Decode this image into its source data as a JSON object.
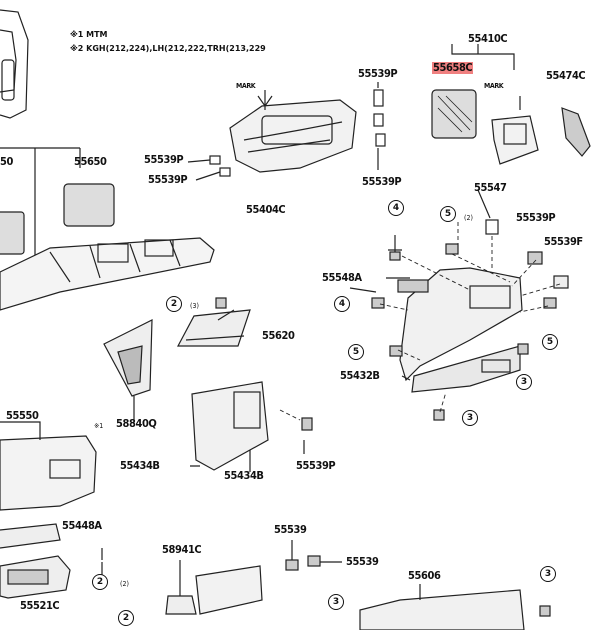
{
  "notes": {
    "line1": "※1 MTM",
    "line2": "※2 KGH(212,224),LH(212,222,TRH(213,229"
  },
  "labels": {
    "p55410c": "55410C",
    "p55658c": "55658C",
    "p55474c": "55474C",
    "p55539p_a": "55539P",
    "p55539p_b": "55539P",
    "p55539p_c": "55539P",
    "p55539p_d": "55539P",
    "p55539p_e": "55539P",
    "p55539p_f": "55539F",
    "p55539p_g": "55539P",
    "p55404c": "55404C",
    "p55650": "55650",
    "p55_50": "50",
    "p55547": "55547",
    "p55548a": "55548A",
    "p55432b": "55432B",
    "p55620": "55620",
    "p58840q": "58840Q",
    "p55550": "55550",
    "p55434b_a": "55434B",
    "p55434b_b": "55434B",
    "p55448a": "55448A",
    "p58941c": "58941C",
    "p55539_a": "55539",
    "p55539_b": "55539",
    "p55606": "55606",
    "p55521c": "55521C",
    "mark1": "MARK",
    "mark2": "MARK",
    "x1": "※1",
    "qty2": "(2)",
    "qty3": "(3)",
    "qty2b": "(2)"
  },
  "circles": {
    "c4a": "4",
    "c5a": "5",
    "c2a": "2",
    "c4b": "4",
    "c5b": "5",
    "c5c": "5",
    "c3a": "3",
    "c3b": "3",
    "c2b": "2",
    "c2c": "2",
    "c3c": "3",
    "c3d": "3"
  }
}
